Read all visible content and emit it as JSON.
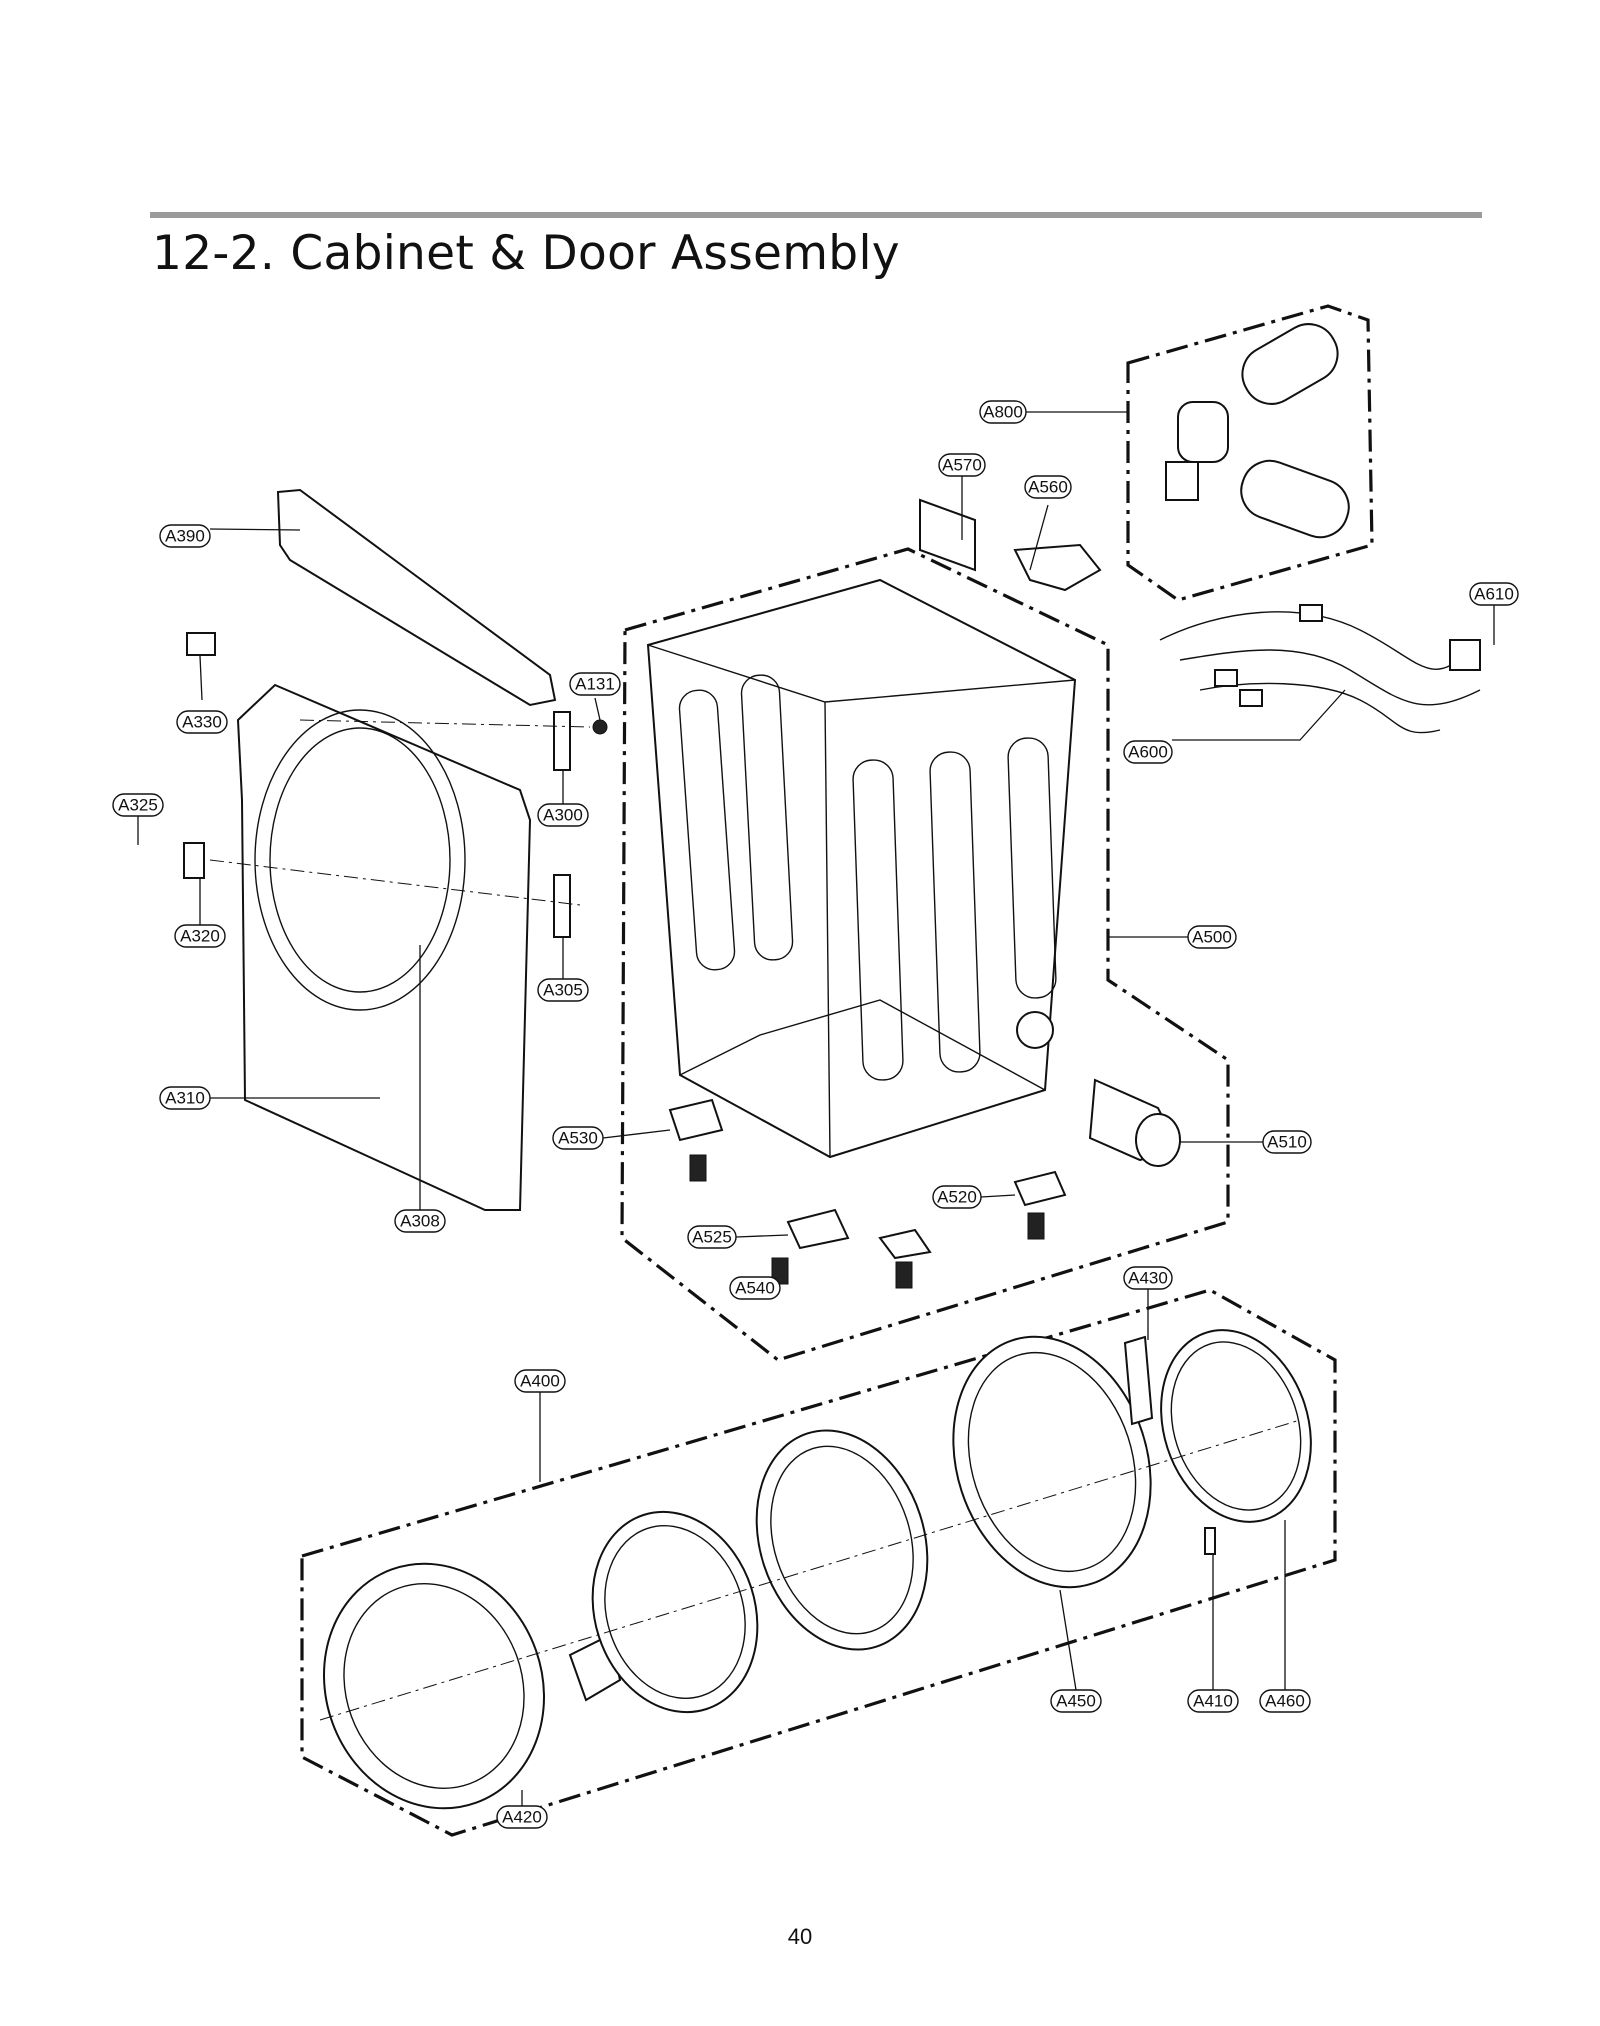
{
  "page": {
    "title": "12-2. Cabinet & Door Assembly",
    "page_number": "40"
  },
  "callouts": [
    {
      "id": "A800",
      "label": "A800"
    },
    {
      "id": "A570",
      "label": "A570"
    },
    {
      "id": "A560",
      "label": "A560"
    },
    {
      "id": "A390",
      "label": "A390"
    },
    {
      "id": "A610",
      "label": "A610"
    },
    {
      "id": "A131",
      "label": "A131"
    },
    {
      "id": "A330",
      "label": "A330"
    },
    {
      "id": "A600",
      "label": "A600"
    },
    {
      "id": "A325",
      "label": "A325"
    },
    {
      "id": "A300",
      "label": "A300"
    },
    {
      "id": "A320",
      "label": "A320"
    },
    {
      "id": "A500",
      "label": "A500"
    },
    {
      "id": "A305",
      "label": "A305"
    },
    {
      "id": "A310",
      "label": "A310"
    },
    {
      "id": "A530",
      "label": "A530"
    },
    {
      "id": "A510",
      "label": "A510"
    },
    {
      "id": "A308",
      "label": "A308"
    },
    {
      "id": "A520",
      "label": "A520"
    },
    {
      "id": "A525",
      "label": "A525"
    },
    {
      "id": "A540",
      "label": "A540"
    },
    {
      "id": "A430",
      "label": "A430"
    },
    {
      "id": "A400",
      "label": "A400"
    },
    {
      "id": "A450",
      "label": "A450"
    },
    {
      "id": "A410",
      "label": "A410"
    },
    {
      "id": "A460",
      "label": "A460"
    },
    {
      "id": "A420",
      "label": "A420"
    }
  ]
}
